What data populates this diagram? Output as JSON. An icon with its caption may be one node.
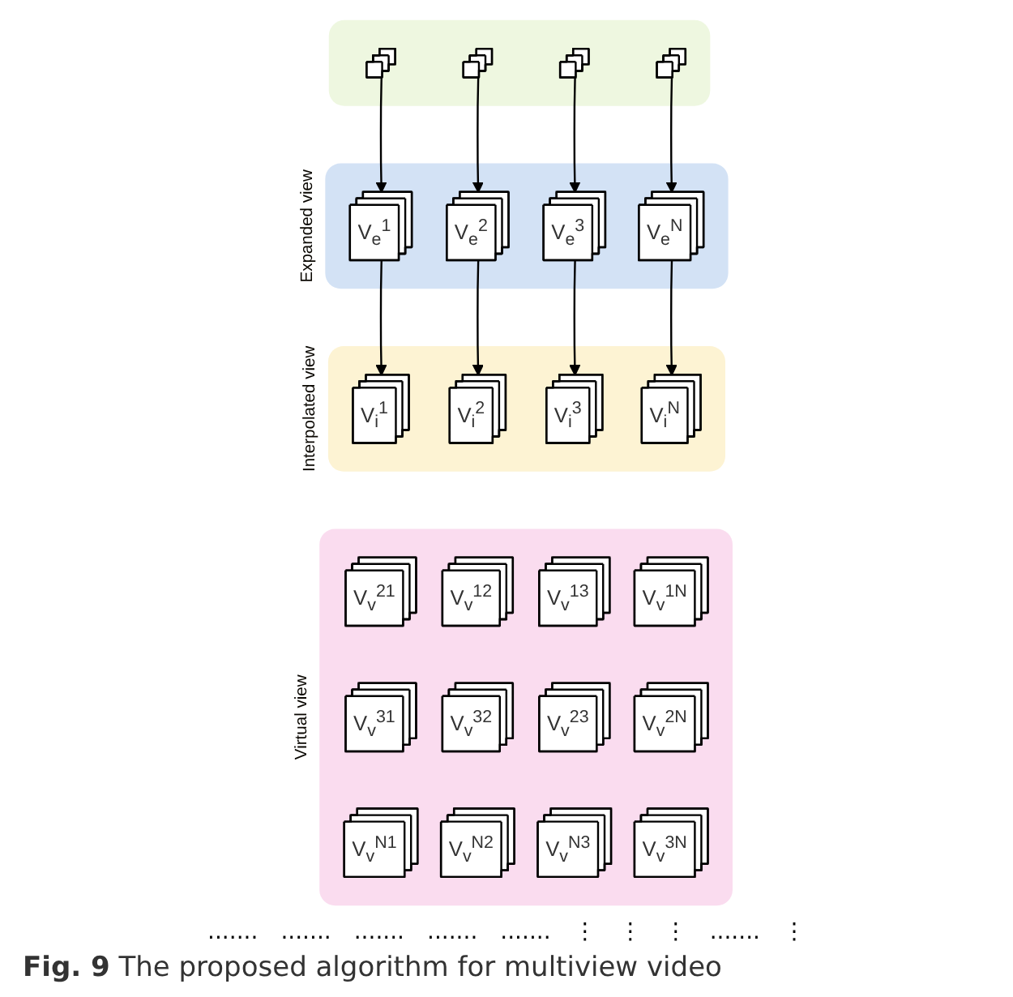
{
  "diagram": {
    "caption": "**Fig. 9** The proposed algorithm for multiview video",
    "nodes": [
      {
        "text": [],
        "shape": "box"
      },
      {
        "text": [],
        "shape": "box",
        "in": 0
      },
      {
        "text": [],
        "shape": "box",
        "in": 0
      },
      {
        "text": [],
        "shape": "box",
        "in": 0
      },
      {
        "text": [],
        "shape": "box",
        "in": 0
      },
      {
        "text": [
          "Expanded view"
        ]
      },
      {
        "text": [
          "V$_{e}$$^{1}$"
        ],
        "in": 5
      },
      {
        "text": [
          "V$_{e}$$^{2}$"
        ],
        "in": 5
      },
      {
        "text": [
          "V$_{e}$$^{3}$"
        ],
        "in": 5
      },
      {
        "text": [
          "V$_{e}$$^{N}$"
        ],
        "in": 5
      },
      {
        "text": [
          "Interpolated view"
        ]
      },
      {
        "text": [
          "V$_{i}$$^{1}$"
        ],
        "in": 10
      },
      {
        "text": [
          "V$_{i}$$^{2}$"
        ],
        "in": 10
      },
      {
        "text": [
          "V$_{i}$$^{3}$"
        ],
        "in": 10
      },
      {
        "text": [
          "V$_{i}$$^{N}$"
        ],
        "in": 10
      },
      {
        "text": [
          "Virtual view"
        ]
      },
      {
        "text": [
          "V$_{v}$$^{21}$"
        ],
        "in": 15
      },
      {
        "text": [
          "V$_{v}$$^{12}$"
        ],
        "in": 15
      },
      {
        "text": [
          "V$_{v}$$^{13}$"
        ],
        "in": 15
      },
      {
        "text": [
          "V$_{v}$$^{1N}$"
        ],
        "in": 15
      },
      {
        "text": [
          "V$_{v}$$^{31}$"
        ],
        "in": 15
      },
      {
        "text": [
          "V$_{v}$$^{32}$"
        ],
        "in": 15
      },
      {
        "text": [
          "V$_{v}$$^{23}$"
        ],
        "in": 15
      },
      {
        "text": [
          "V$_{v}$$^{2N}$"
        ],
        "in": 15
      },
      {
        "text": [
          "V$_{v}$$^{N1}$"
        ],
        "in": 15
      },
      {
        "text": [
          "V$_{v}$$^{N2}$"
        ],
        "in": 15
      },
      {
        "text": [
          "V$_{v}$$^{N3}$"
        ],
        "in": 15
      },
      {
        "text": [
          "V$_{v}$$^{3N}$"
        ],
        "in": 15
      }
    ],
    "edges": [
      {
        "from": 1,
        "to": 6,
        "arrow": "to"
      },
      {
        "from": 2,
        "to": 7,
        "arrow": "to"
      },
      {
        "from": 3,
        "to": 8,
        "arrow": "to"
      },
      {
        "from": 4,
        "to": 9,
        "arrow": "to"
      },
      {
        "from": 6,
        "to": 11,
        "arrow": "to"
      },
      {
        "from": 7,
        "to": 12,
        "arrow": "to"
      },
      {
        "from": 8,
        "to": 13,
        "arrow": "to"
      },
      {
        "from": 9,
        "to": 14,
        "arrow": "to"
      }
    ],
    "labels": [
      ".......",
      ".......",
      ".......",
      ".......",
      ".......",
      "⋮",
      "⋮",
      "⋮",
      ".......",
      "⋮"
    ]
  }
}
